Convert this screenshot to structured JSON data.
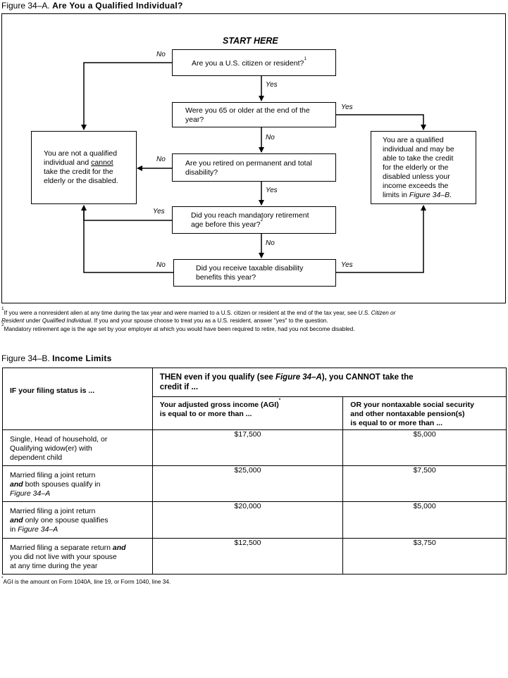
{
  "figA": {
    "label": "Figure 34–A.",
    "title": "Are You a Qualified Individual?",
    "start": "START HERE",
    "q1": "Are you a U.S. citizen or resident?",
    "q1_sup": "1",
    "q2a": "Were you 65 or older at the end of the",
    "q2b": "year?",
    "q3a": "Are you retired on permanent and total",
    "q3b": "disability?",
    "q4a": "Did you reach mandatory retirement",
    "q4b": "age before this year?",
    "q4_sup": "2",
    "q5a": "Did you receive taxable disability",
    "q5b": "benefits this year?",
    "notq_a": "You are not a qualified",
    "notq_b1": "individual and ",
    "notq_b2": "cannot",
    "notq_c": "take the credit for the",
    "notq_d": "elderly or the disabled.",
    "qual_a": "You are a qualified",
    "qual_b": "individual and may be",
    "qual_c": "able to take the credit",
    "qual_d": "for the elderly or the",
    "qual_e": "disabled unless your",
    "qual_f": "income exceeds the",
    "qual_g1": "limits in ",
    "qual_g2": "Figure 34–B",
    "qual_g3": ".",
    "yes": "Yes",
    "no": "No"
  },
  "footnotes": {
    "f1_sup": "1",
    "f1_a": "If you were a nonresident alien at any time during the tax year and were married to a U.S. citizen or resident at the end of the tax year, see ",
    "f1_b": "U.S. Citizen or",
    "f1_c": "Resident",
    "f1_d": " under ",
    "f1_e": "Qualified Individual",
    "f1_f": ". If you and your spouse choose to treat you as a U.S. resident, answer \"yes\" to the question.",
    "f2_sup": "2",
    "f2": "Mandatory retirement age is the age set by your employer at which you would have been required to retire, had you not become disabled."
  },
  "figB": {
    "label": "Figure 34–B.",
    "title": "Income Limits",
    "col1": "IF your filing status is ...",
    "then_a": "THEN even if you qualify (see ",
    "then_b": "Figure 34–A",
    "then_c": "), you CANNOT take the",
    "then_d": "credit if ...",
    "agi_a": "Your adjusted gross income (AGI)",
    "agi_sup": "*",
    "agi_b": "is equal to or more than ...",
    "ntx_a": "OR your nontaxable social security",
    "ntx_b": "and other nontaxable pension(s)",
    "ntx_c": "is equal to or more than ...",
    "rows": [
      {
        "s1": "Single, Head of household, or",
        "s2": "Qualifying widow(er) with",
        "s3": "dependent child",
        "agi": "$17,500",
        "ntx": "$5,000"
      },
      {
        "s1": "Married filing a joint return",
        "s2i": "and",
        "s2": " both spouses qualify in",
        "s3i": "Figure 34–A",
        "agi": "$25,000",
        "ntx": "$7,500"
      },
      {
        "s1": "Married filing a joint return",
        "s2i": "and",
        "s2": " only one spouse qualifies",
        "s3p": "in ",
        "s3i": "Figure 34–A",
        "agi": "$20,000",
        "ntx": "$5,000"
      },
      {
        "s1a": "Married filing a separate return ",
        "s1i": "and",
        "s2": "you did not live with your spouse",
        "s3": "at any time during the year",
        "agi": "$12,500",
        "ntx": "$3,750"
      }
    ],
    "note_sup": "*",
    "note": "AGI is the amount on Form 1040A, line 19, or Form 1040, line 34."
  }
}
